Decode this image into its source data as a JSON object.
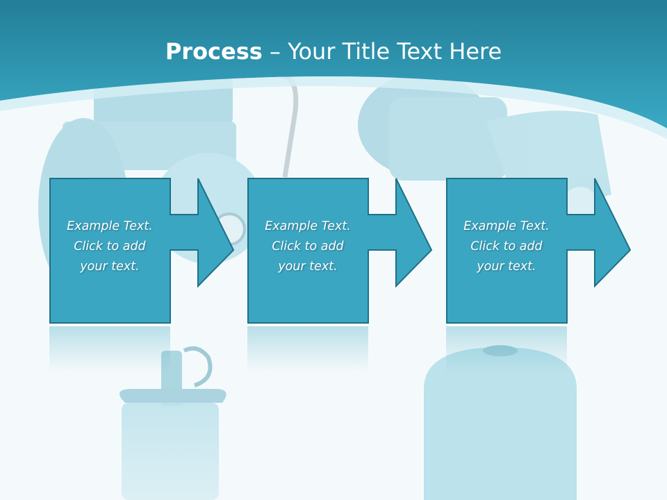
{
  "slide": {
    "title_bold": "Process",
    "title_rest": " – Your Title Text Here",
    "colors": {
      "header": "#2b9bb6",
      "box_fill": "#3ba6c2",
      "box_border": "#1f6f87",
      "background": "#f4fafb",
      "pump_tint": "#a9d9e6"
    },
    "steps": [
      {
        "text": "Example Text.\nClick  to add\nyour text."
      },
      {
        "text": "Example Text.\nClick  to add\nyour text."
      },
      {
        "text": "Example Text.\nClick  to add\nyour text."
      }
    ]
  }
}
